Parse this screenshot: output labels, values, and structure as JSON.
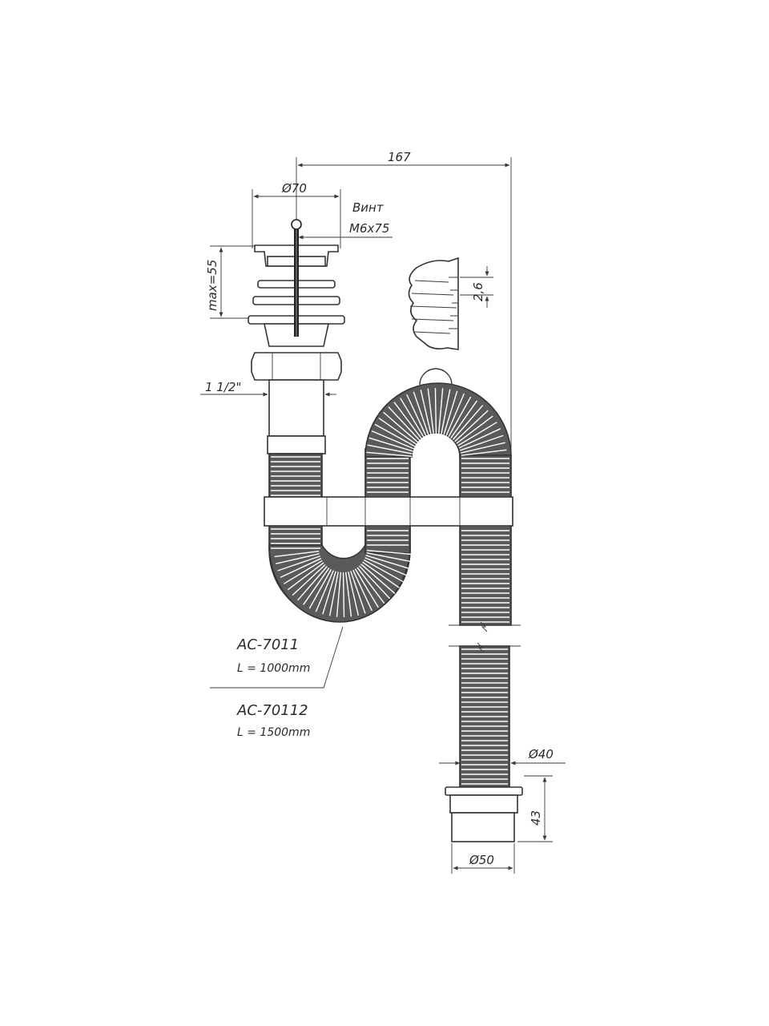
{
  "diagram": {
    "dimensions": {
      "overall_width": "167",
      "top_diameter": "Ø70",
      "max_height": "max=55",
      "thread": "1 1/2\"",
      "rib_pitch": "2,6",
      "outlet_hose_diameter": "Ø40",
      "outlet_height": "43",
      "outlet_diameter": "Ø50"
    },
    "screw": {
      "title": "Винт",
      "size": "M6x75"
    },
    "models": [
      {
        "code": "AC-7011",
        "length": "L = 1000mm"
      },
      {
        "code": "AC-70112",
        "length": "L = 1500mm"
      }
    ]
  }
}
